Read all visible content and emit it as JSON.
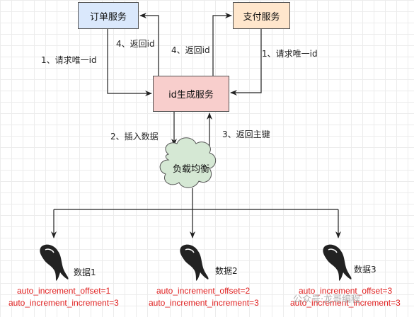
{
  "nodes": {
    "order_service": "订单服务",
    "pay_service": "支付服务",
    "id_service": "id生成服务",
    "load_balancer": "负载均衡"
  },
  "edges": {
    "request_left": "1、请求唯一id",
    "request_right": "1、请求唯一id",
    "return_left": "4、返回id",
    "return_right": "4、返回id",
    "insert": "2、插入数据",
    "return_key": "3、返回主键"
  },
  "databases": [
    {
      "name": "数据1",
      "offset": "auto_increment_offset=1",
      "increment": "auto_increment_increment=3"
    },
    {
      "name": "数据2",
      "offset": "auto_increment_offset=2",
      "increment": "auto_increment_increment=3"
    },
    {
      "name": "数据3",
      "offset": "auto_increment_offset=3",
      "increment": "auto_increment_increment=3"
    }
  ],
  "watermark": "公众号·龙哥编程",
  "colors": {
    "order_fill": "#dae8fc",
    "pay_fill": "#ffe6cc",
    "id_fill": "#f8cecc",
    "cloud_fill": "#d5e8d4",
    "config_text": "#e02020"
  }
}
